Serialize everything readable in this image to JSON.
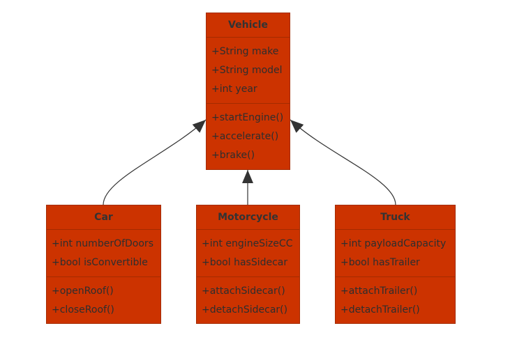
{
  "colors": {
    "class_fill": "#cc3300",
    "class_border": "#a32b00",
    "text": "#333333",
    "edge": "#333333"
  },
  "classes": {
    "vehicle": {
      "name": "Vehicle",
      "attributes": [
        "+String make",
        "+String model",
        "+int year"
      ],
      "methods": [
        "+startEngine()",
        "+accelerate()",
        "+brake()"
      ]
    },
    "car": {
      "name": "Car",
      "attributes": [
        "+int numberOfDoors",
        "+bool isConvertible"
      ],
      "methods": [
        "+openRoof()",
        "+closeRoof()"
      ]
    },
    "motorcycle": {
      "name": "Motorcycle",
      "attributes": [
        "+int engineSizeCC",
        "+bool hasSidecar"
      ],
      "methods": [
        "+attachSidecar()",
        "+detachSidecar()"
      ]
    },
    "truck": {
      "name": "Truck",
      "attributes": [
        "+int payloadCapacity",
        "+bool hasTrailer"
      ],
      "methods": [
        "+attachTrailer()",
        "+detachTrailer()"
      ]
    }
  },
  "relations": [
    {
      "from": "Car",
      "to": "Vehicle",
      "type": "inheritance"
    },
    {
      "from": "Motorcycle",
      "to": "Vehicle",
      "type": "inheritance"
    },
    {
      "from": "Truck",
      "to": "Vehicle",
      "type": "inheritance"
    }
  ]
}
